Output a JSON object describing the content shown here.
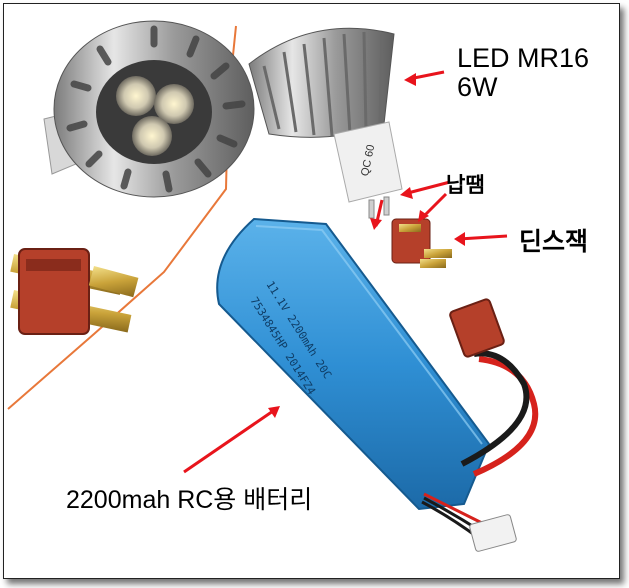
{
  "labels": {
    "led_model": "LED MR16",
    "led_power": "6W",
    "solder": "납땜",
    "deans_connector": "딘스잭",
    "battery": "2200mah  RC용 배터리"
  },
  "product_markings": {
    "bulb_stamp": "QC 60",
    "battery_print_1": "11.1V 2200mAh 20C",
    "battery_print_2": "7534845HP 2014FZ4"
  },
  "colors": {
    "arrow_red": "#e8141c",
    "divider_orange": "#e8783a",
    "battery_blue": "#2f8fd4",
    "connector_red": "#b5402a"
  }
}
